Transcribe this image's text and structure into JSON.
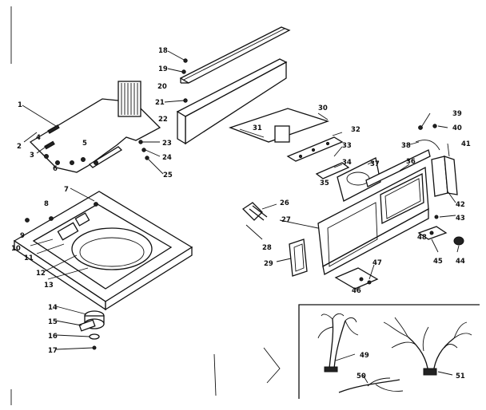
{
  "callouts": {
    "c1": "1",
    "c2": "2",
    "c3": "3",
    "c4": "4",
    "c5": "5",
    "c6": "6",
    "c7": "7",
    "c8": "8",
    "c9": "9",
    "c10": "10",
    "c11": "11",
    "c12": "12",
    "c13": "13",
    "c14": "14",
    "c15": "15",
    "c16": "16",
    "c17": "17",
    "c18": "18",
    "c19": "19",
    "c20": "20",
    "c21": "21",
    "c22": "22",
    "c23": "23",
    "c24": "24",
    "c25": "25",
    "c26": "26",
    "c27": "27",
    "c28": "28",
    "c29": "29",
    "c30": "30",
    "c31": "31",
    "c32": "32",
    "c33": "33",
    "c34": "34",
    "c35": "35",
    "c36": "36",
    "c37": "37",
    "c38": "38",
    "c39": "39",
    "c40": "40",
    "c41": "41",
    "c42": "42",
    "c43": "43",
    "c44": "44",
    "c45": "45",
    "c46": "46",
    "c47": "47",
    "c48": "48",
    "c49": "49",
    "c50": "50",
    "c51": "51"
  }
}
